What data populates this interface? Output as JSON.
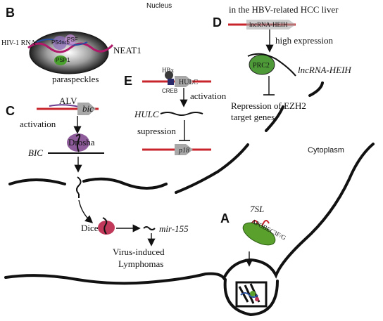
{
  "regions": {
    "nucleus": "Nucleus",
    "cytoplasm": "Cytoplasm"
  },
  "panels": {
    "A": {
      "letter": "A",
      "rna": "7SL",
      "protein": "APOBEC3F/G"
    },
    "B": {
      "letter": "B",
      "hiv_rna": "HIV-1 RNA",
      "neat1": "NEAT1",
      "structure": "paraspeckles",
      "proteins": [
        "P54nrb",
        "PSF",
        "PSP1"
      ]
    },
    "C": {
      "letter": "C",
      "alv": "ALV",
      "bic_gene": "bic",
      "activation": "activation",
      "drosha": "Drosha",
      "bic_rna": "BIC",
      "dicer": "Dicer",
      "mir": "mir-155",
      "outcome_line1": "Virus-induced",
      "outcome_line2": "Lymphomas"
    },
    "D": {
      "letter": "D",
      "context": "in the HBV-related HCC liver",
      "gene": "lncRNA-HEIH",
      "expression": "high expression",
      "complex": "PRC2",
      "transcript": "lncRNA-HEIH",
      "effect_line1": "Repression of EZH2",
      "effect_line2": "target genes"
    },
    "E": {
      "letter": "E",
      "hbx": "HBx",
      "creb": "CREB",
      "hulc_gene": "HULC",
      "activation": "activation",
      "hulc_rna": "HULC",
      "suppression": "supression",
      "target": "p18"
    }
  },
  "colors": {
    "gene_line": "#c8242b",
    "gene_arrow": "#a8a8a8",
    "apobec_green": "#5aa02c",
    "prc2_green": "#4e9a38",
    "dicer_red": "#c0395a",
    "drosha_purple": "#7b3f8a",
    "paraspeckle_dark": "#2a2a2a",
    "neat1_magenta": "#b0186a",
    "hiv_blue": "#2850a0"
  }
}
